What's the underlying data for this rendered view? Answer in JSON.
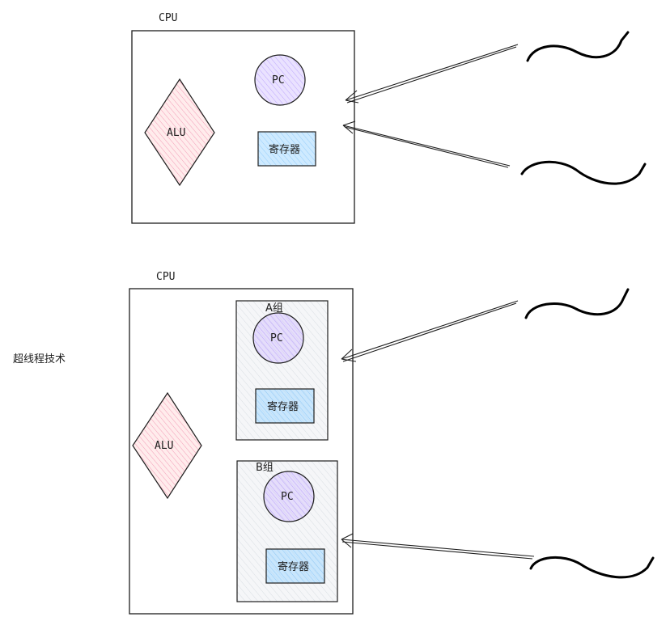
{
  "colors": {
    "alu_fill": "#ffc9c9",
    "alu_stroke": "#e64980",
    "pc_fill": "#d0bfff",
    "reg_fill": "#a5d8ff",
    "group_fill": "#e9ecef",
    "stroke": "#1e1e1e"
  },
  "top_diagram": {
    "cpu_label": "CPU",
    "alu_label": "ALU",
    "pc_label": "PC",
    "register_label": "寄存器"
  },
  "bottom_diagram": {
    "cpu_label": "CPU",
    "alu_label": "ALU",
    "group_a": {
      "label": "A组",
      "pc_label": "PC",
      "register_label": "寄存器"
    },
    "group_b": {
      "label": "B组",
      "pc_label": "PC",
      "register_label": "寄存器"
    }
  },
  "side_label": "超线程技术"
}
